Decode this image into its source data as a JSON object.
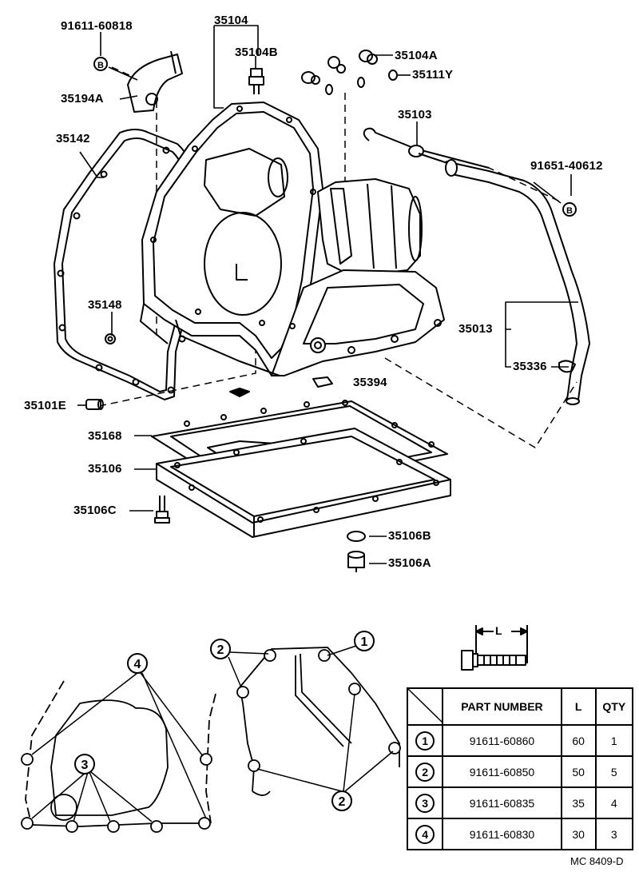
{
  "labels": {
    "p91611_60818": "91611-60818",
    "p35104": "35104",
    "p35104B": "35104B",
    "p35104A": "35104A",
    "p35111Y": "35111Y",
    "p35194A": "35194A",
    "p35103": "35103",
    "p35142": "35142",
    "p91651_40612": "91651-40612",
    "p35148": "35148",
    "p35013": "35013",
    "p35336": "35336",
    "p35394": "35394",
    "p35101E": "35101E",
    "p35168": "35168",
    "p35106": "35106",
    "p35106C": "35106C",
    "p35106B": "35106B",
    "p35106A": "35106A"
  },
  "markers": {
    "b_marker": "B",
    "num1": "1",
    "num2": "2",
    "num3": "3",
    "num4": "4"
  },
  "dimension": {
    "label": "L"
  },
  "table": {
    "headers": {
      "part_number": "PART NUMBER",
      "l": "L",
      "qty": "QTY"
    },
    "rows": [
      {
        "num": "1",
        "part_number": "91611-60860",
        "l": "60",
        "qty": "1"
      },
      {
        "num": "2",
        "part_number": "91611-60850",
        "l": "50",
        "qty": "5"
      },
      {
        "num": "3",
        "part_number": "91611-60835",
        "l": "35",
        "qty": "4"
      },
      {
        "num": "4",
        "part_number": "91611-60830",
        "l": "30",
        "qty": "3"
      }
    ]
  },
  "footer": {
    "code": "MC 8409-D"
  }
}
